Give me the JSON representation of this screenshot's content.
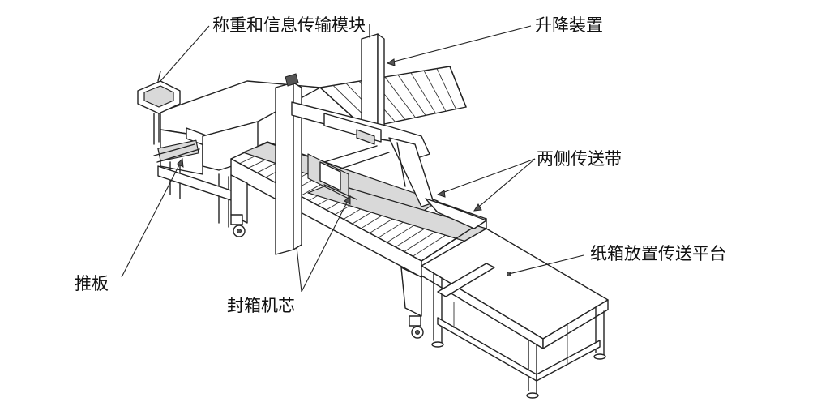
{
  "callouts": {
    "weighing": "称重和信息传输模块",
    "lifting": "升降装置",
    "side_belts": "两侧传送带",
    "carton_platform": "纸箱放置传送平台",
    "push_plate": "推板",
    "sealing_core": "封箱机芯"
  },
  "colors": {
    "line": "#222222",
    "background": "#ffffff",
    "shade": "#d9d9d9"
  }
}
